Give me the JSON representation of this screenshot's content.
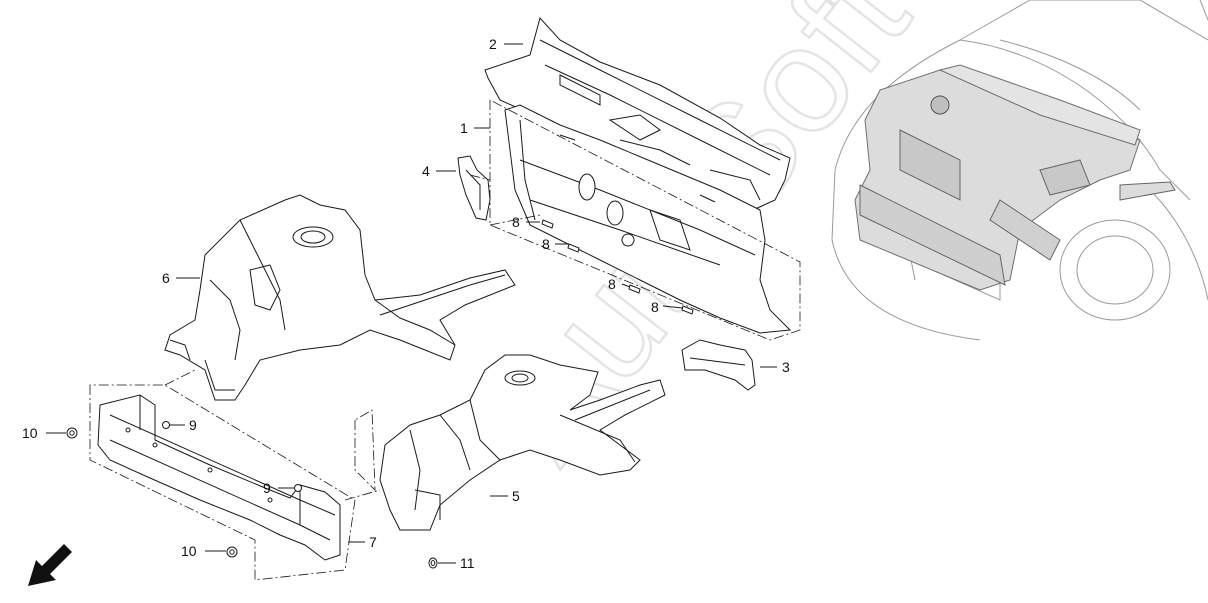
{
  "diagram": {
    "watermark": "AutoSoft",
    "callouts": [
      {
        "id": "c1",
        "label": "1"
      },
      {
        "id": "c2",
        "label": "2"
      },
      {
        "id": "c3",
        "label": "3"
      },
      {
        "id": "c4",
        "label": "4"
      },
      {
        "id": "c5",
        "label": "5"
      },
      {
        "id": "c6",
        "label": "6"
      },
      {
        "id": "c7",
        "label": "7"
      },
      {
        "id": "c8a",
        "label": "8"
      },
      {
        "id": "c8b",
        "label": "8"
      },
      {
        "id": "c8c",
        "label": "8"
      },
      {
        "id": "c8d",
        "label": "8"
      },
      {
        "id": "c9a",
        "label": "9"
      },
      {
        "id": "c9b",
        "label": "9"
      },
      {
        "id": "c10a",
        "label": "10"
      },
      {
        "id": "c10b",
        "label": "10"
      },
      {
        "id": "c11",
        "label": "11"
      }
    ]
  },
  "colors": {
    "line": "#1a1a1a",
    "part_fill": "#ffffff",
    "car_highlight": "#d9d9d9",
    "car_outline": "#9a9a9a",
    "watermark": "#d4d4d4"
  },
  "icons": {
    "direction_arrow": "arrow-down-left-icon"
  }
}
